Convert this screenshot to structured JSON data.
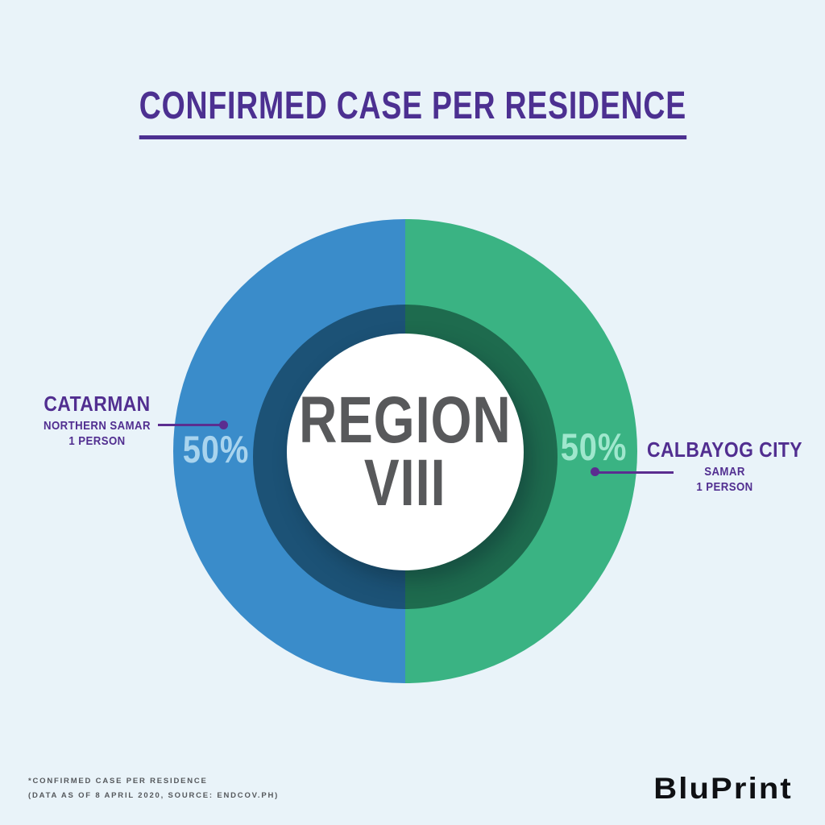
{
  "title": "CONFIRMED CASE PER RESIDENCE",
  "chart_data": {
    "type": "pie",
    "subtype": "donut",
    "title": "CONFIRMED CASE PER RESIDENCE",
    "center_label": "REGION VIII",
    "categories": [
      "CATARMAN, NORTHERN SAMAR",
      "CALBAYOG CITY, SAMAR"
    ],
    "values": [
      50,
      50
    ],
    "value_unit": "percent",
    "case_counts": [
      1,
      1
    ],
    "slice_colors": [
      "#3a8cca",
      "#3ab383"
    ],
    "slice_value_labels": [
      "50%",
      "50%"
    ],
    "legend_position": "callouts-left-right"
  },
  "donut": {
    "center_line1": "REGION",
    "center_line2": "VIII",
    "left_percent": "50%",
    "right_percent": "50%"
  },
  "labels": {
    "left": {
      "name": "CATARMAN",
      "sub": "NORTHERN SAMAR",
      "count": "1 PERSON"
    },
    "right": {
      "name": "CALBAYOG CITY",
      "sub": "SAMAR",
      "count": "1 PERSON"
    }
  },
  "footer": {
    "note_line1": "*CONFIRMED CASE PER RESIDENCE",
    "note_line2": "(DATA AS OF 8 APRIL 2020, SOURCE: ENDCOV.PH)",
    "logo_text": "BluPrint"
  },
  "colors": {
    "background": "#e9f3f9",
    "title_purple": "#4c3091",
    "label_purple": "#512e90",
    "leader_purple": "#5b2d90",
    "slice_blue": "#3a8cca",
    "slice_green": "#3ab383",
    "shadow_ring_blue": "#1c5276",
    "shadow_ring_green": "#1e6b4e",
    "percent_light_blue": "#a9d4ee",
    "percent_light_green": "#9fe7cd",
    "center_text_gray": "#58595b",
    "footnote_gray": "#55585c",
    "logo_black": "#0f1013"
  }
}
